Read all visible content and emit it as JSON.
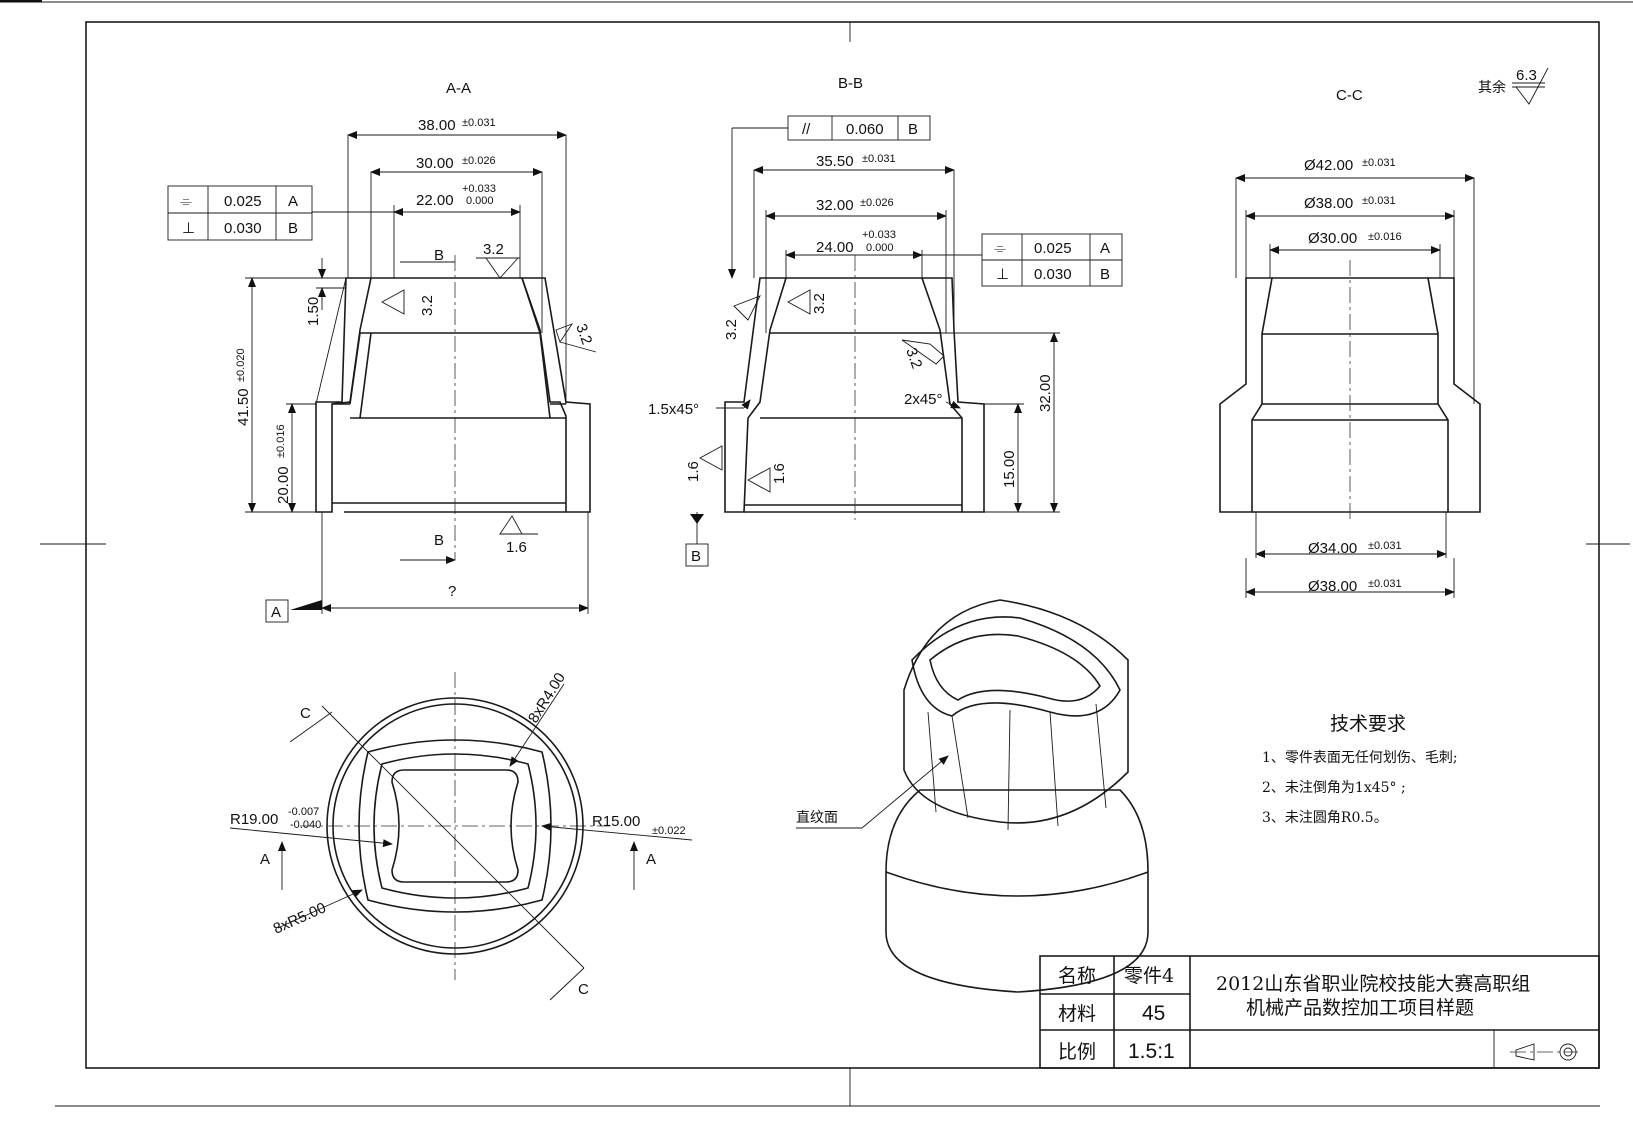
{
  "sections": {
    "aa": "A-A",
    "bb": "B-B",
    "cc": "C-C"
  },
  "roughness_general": {
    "prefix": "其余",
    "value": "6.3"
  },
  "view_aa": {
    "dim_top1": "38.00",
    "tol_top1": "±0.031",
    "dim_top2": "30.00",
    "tol_top2": "±0.026",
    "dim_top3": "22.00",
    "tol_top3_up": "+0.033",
    "tol_top3_lo": "0.000",
    "fcf1": {
      "symbol": "⌯",
      "value": "0.025",
      "datum": "A"
    },
    "fcf2": {
      "symbol": "⊥",
      "value": "0.030",
      "datum": "B"
    },
    "height_total": "41.50",
    "height_total_tol": "±0.020",
    "height_lower": "20.00",
    "height_lower_tol": "±0.016",
    "step_height": "1.50",
    "rough_top": "3.2",
    "rough_inner": "3.2",
    "rough_outer": "3.2",
    "rough_bottom": "1.6",
    "section_mark": "B",
    "datum_label": "A",
    "unknown_dim": "?"
  },
  "view_bb": {
    "fcf_parallel": {
      "symbol": "//",
      "value": "0.060",
      "datum": "B"
    },
    "dim_top1": "35.50",
    "tol_top1": "±0.031",
    "dim_top2": "32.00",
    "tol_top2": "±0.026",
    "dim_top3": "24.00",
    "tol_top3_up": "+0.033",
    "tol_top3_lo": "0.000",
    "fcf1": {
      "symbol": "⌯",
      "value": "0.025",
      "datum": "A"
    },
    "fcf2": {
      "symbol": "⊥",
      "value": "0.030",
      "datum": "B"
    },
    "chamfer_left": "1.5x45°",
    "chamfer_right": "2x45°",
    "height_upper": "32.00",
    "height_lower": "15.00",
    "rough_left": "3.2",
    "rough_inner": "3.2",
    "rough_right": "3.2",
    "rough_low_left": "1.6",
    "rough_low_inner": "1.6",
    "datum_label": "B"
  },
  "view_cc": {
    "d1": "Ø42.00",
    "d1_tol": "±0.031",
    "d2": "Ø38.00",
    "d2_tol": "±0.031",
    "d3": "Ø30.00",
    "d3_tol": "±0.016",
    "d4": "Ø34.00",
    "d4_tol": "±0.031",
    "d5": "Ø38.00",
    "d5_tol": "±0.031"
  },
  "view_top": {
    "radius_corner": "8xR4.00",
    "radius_side": "8xR5.00",
    "r_left": "R19.00",
    "r_left_up": "-0.007",
    "r_left_lo": "-0.040",
    "r_right": "R15.00",
    "r_right_tol": "±0.022",
    "cut_c": "C",
    "cut_a": "A"
  },
  "iso_label": "直纹面",
  "tech": {
    "title": "技术要求",
    "items": [
      "1、零件表面无任何划伤、毛刺;",
      "2、未注倒角为1x45° ;",
      "3、未注圆角R0.5。"
    ]
  },
  "title_block": {
    "name_label": "名称",
    "name_value": "零件4",
    "material_label": "材料",
    "material_value": "45",
    "scale_label": "比例",
    "scale_value": "1.5:1",
    "title_line1": "2012山东省职业院校技能大赛高职组",
    "title_line2": "机械产品数控加工项目样题"
  }
}
